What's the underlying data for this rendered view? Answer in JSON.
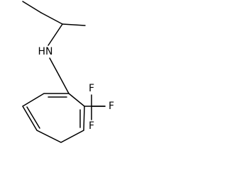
{
  "molecule": {
    "atoms": {
      "nitrogen": "HN",
      "fluorine_top": "F",
      "fluorine_right": "F",
      "fluorine_bottom": "F"
    }
  }
}
